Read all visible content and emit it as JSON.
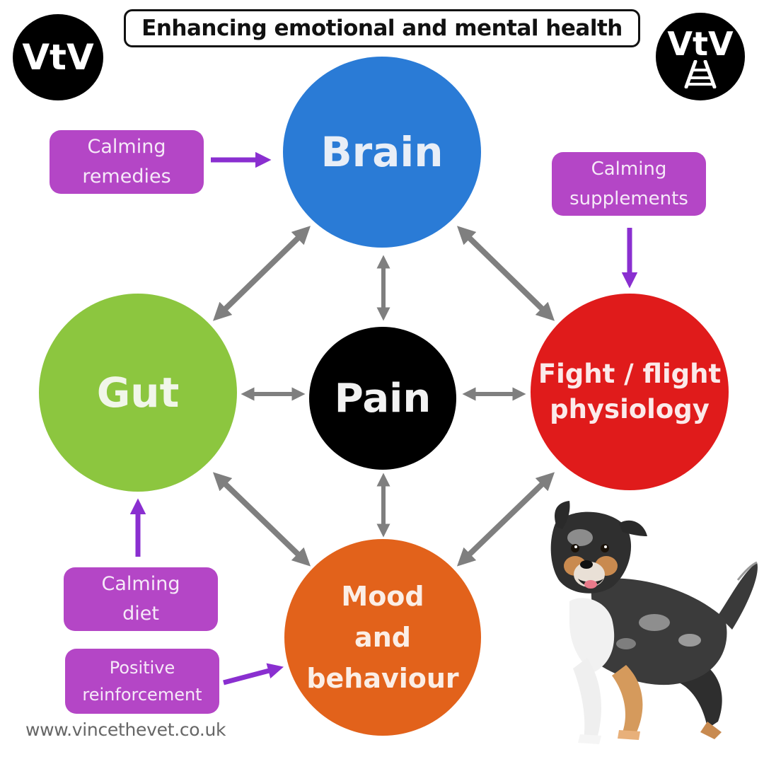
{
  "title": "Enhancing emotional and mental health",
  "logo_left": "VtV",
  "logo_right": "VtV",
  "nodes": {
    "brain": "Brain",
    "gut": "Gut",
    "pain": "Pain",
    "fight_line1": "Fight / flight",
    "fight_line2": "physiology",
    "mood_line1": "Mood",
    "mood_line2": "and",
    "mood_line3": "behaviour"
  },
  "remedies": {
    "remedies_line1": "Calming",
    "remedies_line2": "remedies",
    "supplements_line1": "Calming",
    "supplements_line2": "supplements",
    "diet_line1": "Calming",
    "diet_line2": "diet",
    "positive_line1": "Positive",
    "positive_line2": "reinforcement"
  },
  "website": "www.vincethevet.co.uk",
  "colors": {
    "brain": "#2a7bd6",
    "gut": "#8cc63f",
    "pain": "#000000",
    "fight_flight": "#e01b1b",
    "mood": "#e2621b",
    "remedy_box": "#b446c6",
    "remedy_arrow": "#8a2fd0",
    "connector_arrow": "#7f7f7f"
  }
}
